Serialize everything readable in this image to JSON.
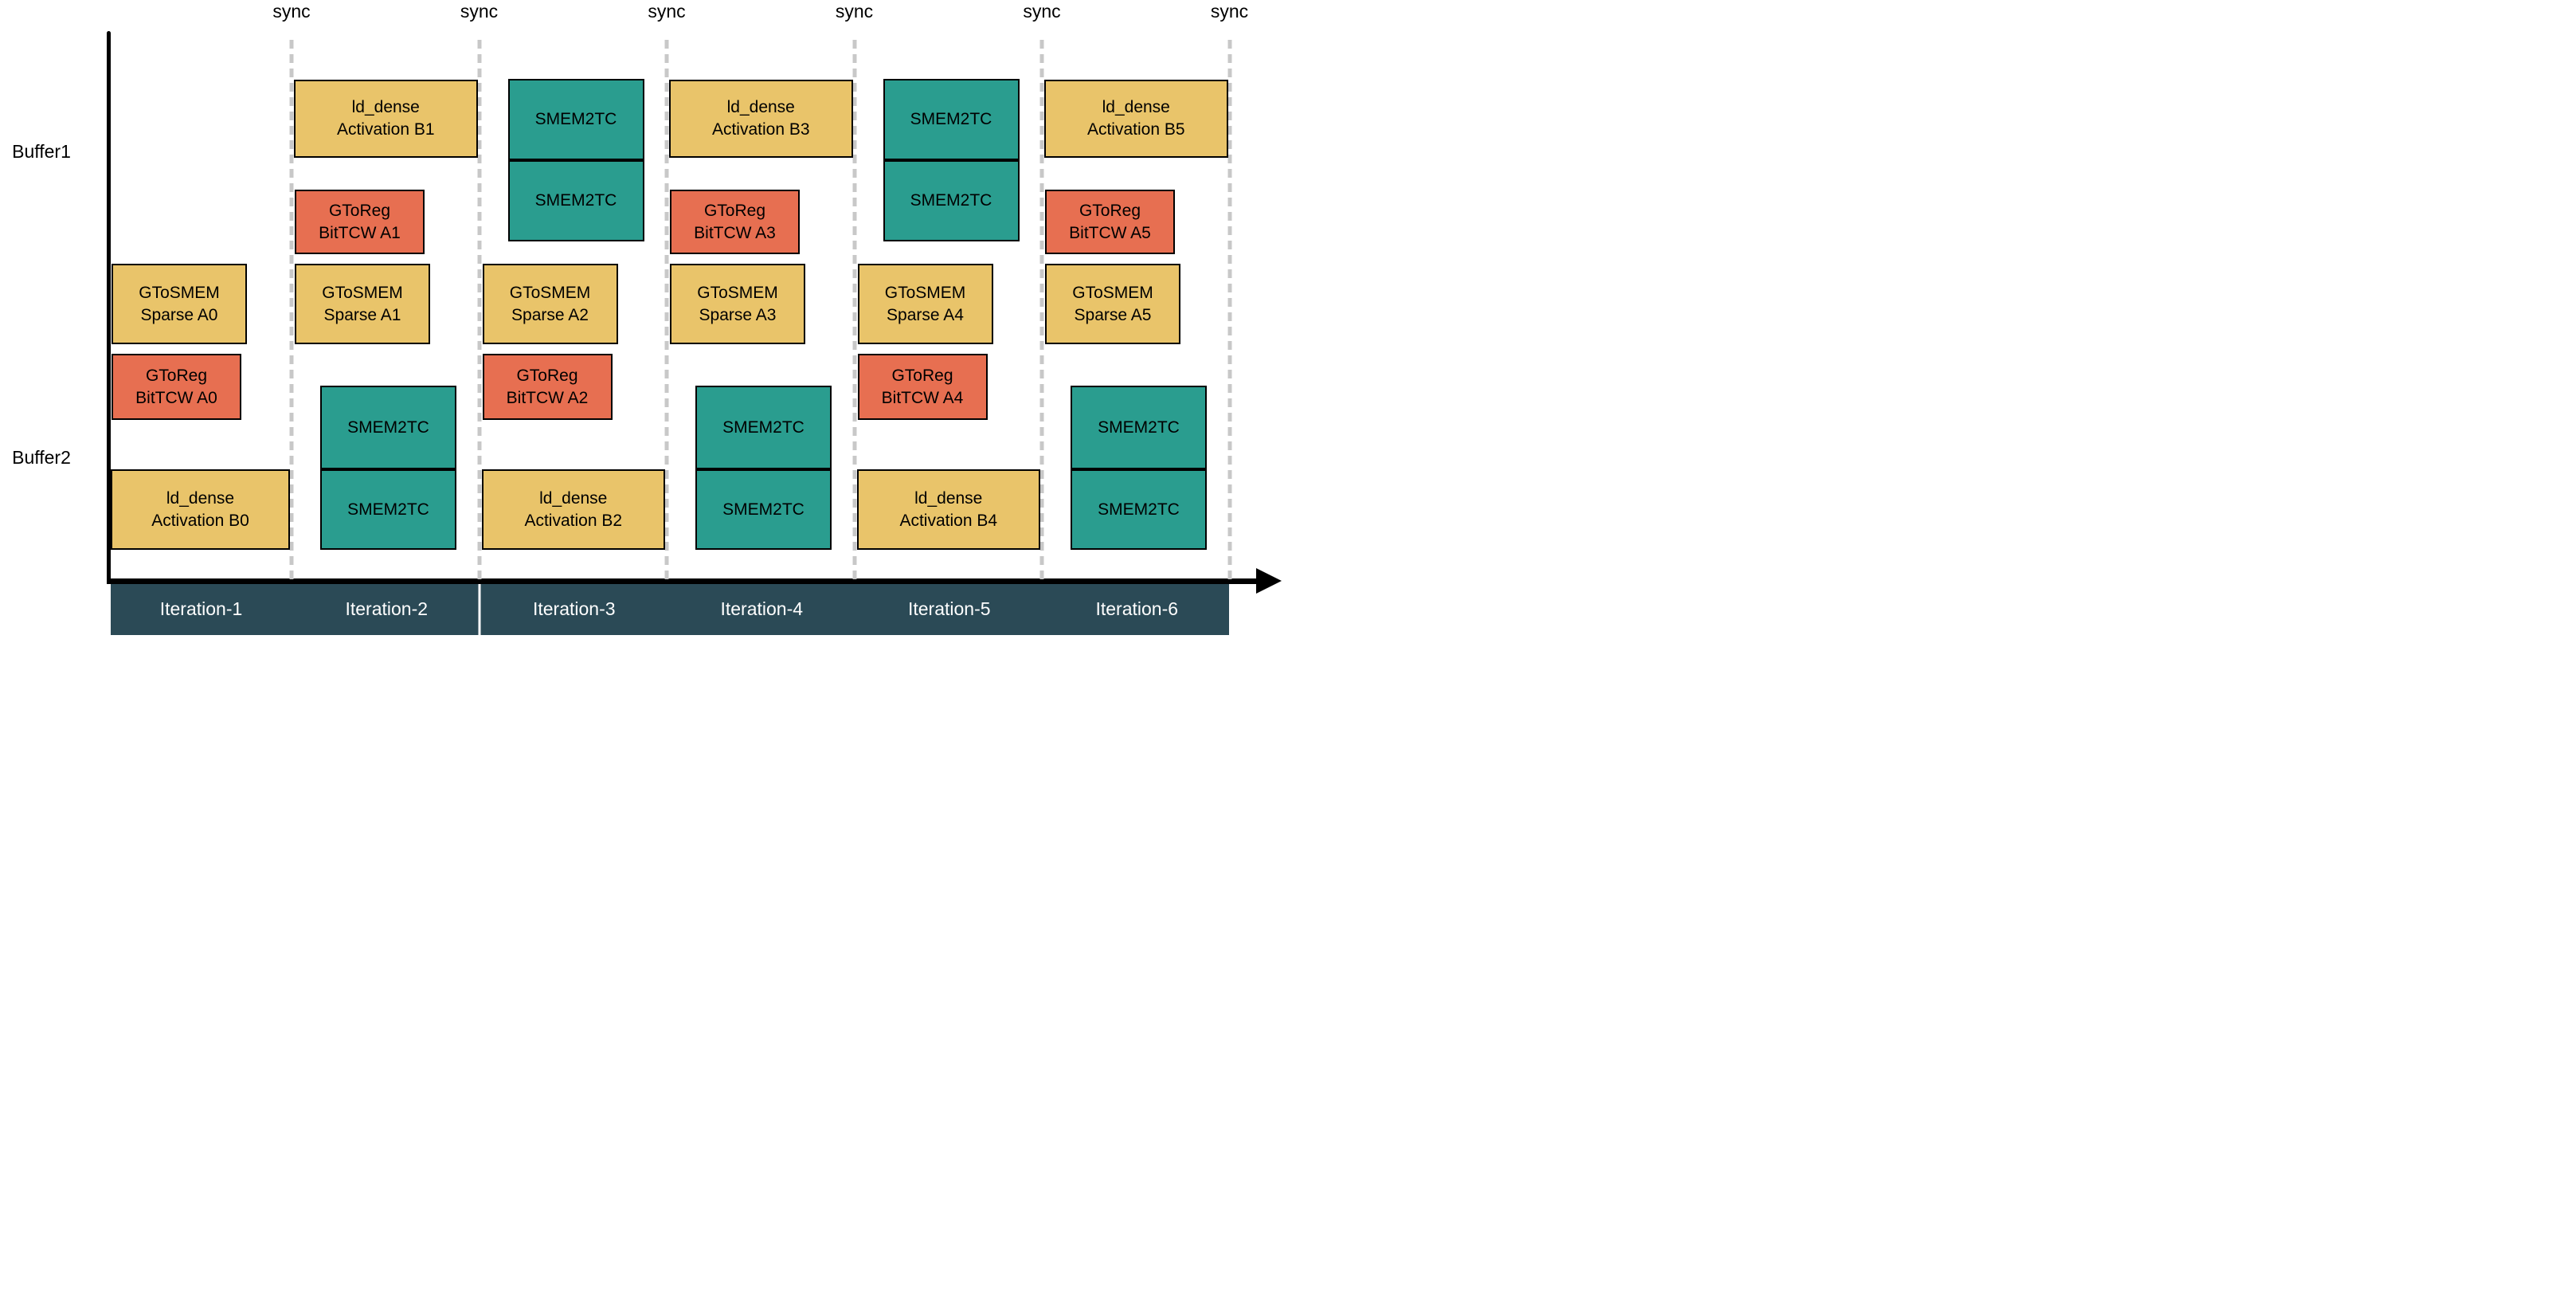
{
  "row_labels": {
    "buffer1": "Buffer1",
    "buffer2": "Buffer2"
  },
  "sync_markers": [
    {
      "label": "sync"
    },
    {
      "label": "sync"
    },
    {
      "label": "sync"
    },
    {
      "label": "sync"
    },
    {
      "label": "sync"
    },
    {
      "label": "sync"
    }
  ],
  "iterations": [
    {
      "label": "Iteration-1"
    },
    {
      "label": "Iteration-2"
    },
    {
      "label": "Iteration-3"
    },
    {
      "label": "Iteration-4"
    },
    {
      "label": "Iteration-5"
    },
    {
      "label": "Iteration-6"
    }
  ],
  "colors": {
    "gold": "#E9C46A",
    "coral": "#E76F51",
    "teal": "#2A9D8F",
    "axis_bar": "#2B4A56",
    "bar_text": "#FFFFFF",
    "bar_divider": "#FFFFFF",
    "dashed_line": "#C8C8C8",
    "block_border": "#000000",
    "axis": "#000000",
    "block_text": "#000000"
  },
  "blocks": [
    {
      "iteration": 1,
      "buffer": "Buffer1",
      "track": "mid",
      "color": "gold",
      "lines": [
        "GToSMEM",
        "Sparse A0"
      ]
    },
    {
      "iteration": 1,
      "buffer": "Buffer2",
      "track": "buf2-reg",
      "color": "coral",
      "lines": [
        "GToReg",
        "BitTCW A0"
      ]
    },
    {
      "iteration": 1,
      "buffer": "Buffer2",
      "track": "buf2-full",
      "color": "gold",
      "lines": [
        "ld_dense",
        "Activation B0"
      ]
    },
    {
      "iteration": 2,
      "buffer": "Buffer1",
      "track": "buf1-full",
      "color": "gold",
      "lines": [
        "ld_dense",
        "Activation B1"
      ]
    },
    {
      "iteration": 2,
      "buffer": "Buffer1",
      "track": "buf1-reg",
      "color": "coral",
      "lines": [
        "GToReg",
        "BitTCW A1"
      ]
    },
    {
      "iteration": 2,
      "buffer": "Buffer1",
      "track": "mid",
      "color": "gold",
      "lines": [
        "GToSMEM",
        "Sparse A1"
      ]
    },
    {
      "iteration": 2,
      "buffer": "Buffer2",
      "track": "buf2-smem-top",
      "color": "teal",
      "lines": [
        "SMEM2TC"
      ]
    },
    {
      "iteration": 2,
      "buffer": "Buffer2",
      "track": "buf2-smem-bottom",
      "color": "teal",
      "lines": [
        "SMEM2TC"
      ]
    },
    {
      "iteration": 3,
      "buffer": "Buffer1",
      "track": "buf1-smem-top",
      "color": "teal",
      "lines": [
        "SMEM2TC"
      ]
    },
    {
      "iteration": 3,
      "buffer": "Buffer1",
      "track": "buf1-smem-bottom",
      "color": "teal",
      "lines": [
        "SMEM2TC"
      ]
    },
    {
      "iteration": 3,
      "buffer": "Buffer1",
      "track": "mid",
      "color": "gold",
      "lines": [
        "GToSMEM",
        "Sparse A2"
      ]
    },
    {
      "iteration": 3,
      "buffer": "Buffer2",
      "track": "buf2-reg",
      "color": "coral",
      "lines": [
        "GToReg",
        "BitTCW A2"
      ]
    },
    {
      "iteration": 3,
      "buffer": "Buffer2",
      "track": "buf2-full",
      "color": "gold",
      "lines": [
        "ld_dense",
        "Activation B2"
      ]
    },
    {
      "iteration": 4,
      "buffer": "Buffer1",
      "track": "buf1-full",
      "color": "gold",
      "lines": [
        "ld_dense",
        "Activation B3"
      ]
    },
    {
      "iteration": 4,
      "buffer": "Buffer1",
      "track": "buf1-reg",
      "color": "coral",
      "lines": [
        "GToReg",
        "BitTCW A3"
      ]
    },
    {
      "iteration": 4,
      "buffer": "Buffer1",
      "track": "mid",
      "color": "gold",
      "lines": [
        "GToSMEM",
        "Sparse A3"
      ]
    },
    {
      "iteration": 4,
      "buffer": "Buffer2",
      "track": "buf2-smem-top",
      "color": "teal",
      "lines": [
        "SMEM2TC"
      ]
    },
    {
      "iteration": 4,
      "buffer": "Buffer2",
      "track": "buf2-smem-bottom",
      "color": "teal",
      "lines": [
        "SMEM2TC"
      ]
    },
    {
      "iteration": 5,
      "buffer": "Buffer1",
      "track": "buf1-smem-top",
      "color": "teal",
      "lines": [
        "SMEM2TC"
      ]
    },
    {
      "iteration": 5,
      "buffer": "Buffer1",
      "track": "buf1-smem-bottom",
      "color": "teal",
      "lines": [
        "SMEM2TC"
      ]
    },
    {
      "iteration": 5,
      "buffer": "Buffer1",
      "track": "mid",
      "color": "gold",
      "lines": [
        "GToSMEM",
        "Sparse A4"
      ]
    },
    {
      "iteration": 5,
      "buffer": "Buffer2",
      "track": "buf2-reg",
      "color": "coral",
      "lines": [
        "GToReg",
        "BitTCW A4"
      ]
    },
    {
      "iteration": 5,
      "buffer": "Buffer2",
      "track": "buf2-full",
      "color": "gold",
      "lines": [
        "ld_dense",
        "Activation B4"
      ]
    },
    {
      "iteration": 6,
      "buffer": "Buffer1",
      "track": "buf1-full",
      "color": "gold",
      "lines": [
        "ld_dense",
        "Activation B5"
      ]
    },
    {
      "iteration": 6,
      "buffer": "Buffer1",
      "track": "buf1-reg",
      "color": "coral",
      "lines": [
        "GToReg",
        "BitTCW A5"
      ]
    },
    {
      "iteration": 6,
      "buffer": "Buffer1",
      "track": "mid",
      "color": "gold",
      "lines": [
        "GToSMEM",
        "Sparse A5"
      ]
    },
    {
      "iteration": 6,
      "buffer": "Buffer2",
      "track": "buf2-smem-top",
      "color": "teal",
      "lines": [
        "SMEM2TC"
      ]
    },
    {
      "iteration": 6,
      "buffer": "Buffer2",
      "track": "buf2-smem-bottom",
      "color": "teal",
      "lines": [
        "SMEM2TC"
      ]
    }
  ]
}
